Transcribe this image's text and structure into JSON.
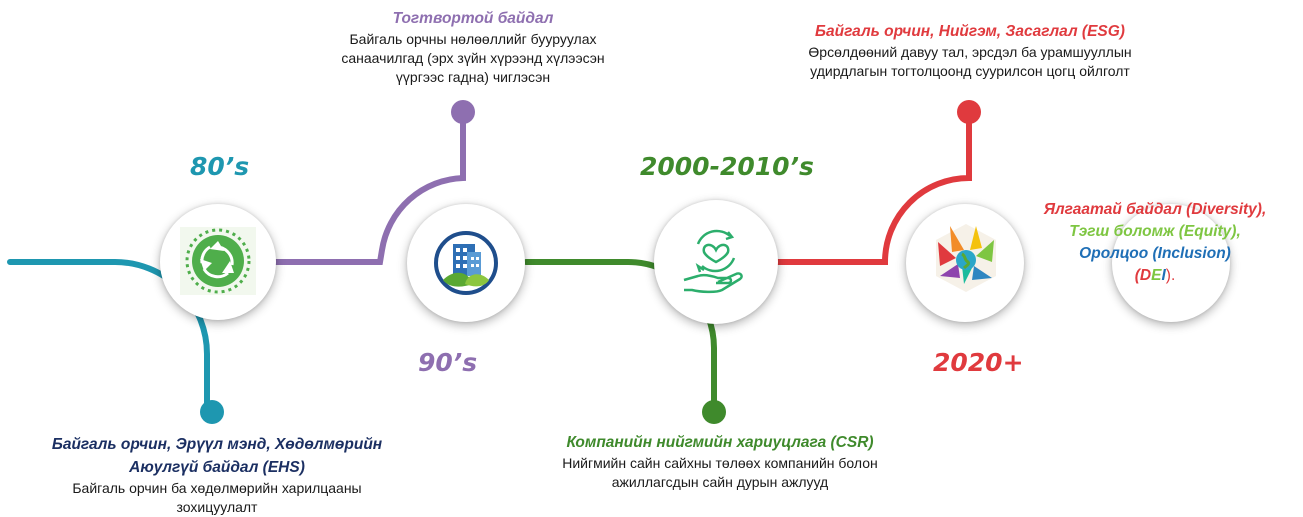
{
  "eras": {
    "e80": {
      "label": "80’s",
      "color": "#1e97b0"
    },
    "e90": {
      "label": "90’s",
      "color": "#8e6fb0"
    },
    "e2000": {
      "label": "2000-2010’s",
      "color": "#3f8a2c"
    },
    "e2020": {
      "label": "2020+",
      "color": "#e03a3e"
    }
  },
  "ehs": {
    "title": "Байгаль орчин, Эрүүл мэнд, Хөдөлмөрийн Аюулгүй байдал (EHS)",
    "desc": "Байгаль орчин ба хөдөлмөрийн харилцааны зохицуулалт"
  },
  "sust": {
    "title": "Тогтвортой байдал",
    "desc": "Байгаль орчны нөлөөллийг бууруулах санаачилгад (эрх зүйн хүрээнд хүлээсэн үүргээс гадна) чиглэсэн"
  },
  "csr": {
    "title": "Компанийн нийгмийн хариуцлага (CSR)",
    "desc": "Нийгмийн сайн сайхны төлөөх компанийн болон ажиллагсдын сайн дурын ажлууд"
  },
  "esg": {
    "title": "Байгаль орчин, Нийгэм, Засаглал (ESG)",
    "desc": "Өрсөлдөөний давуу тал, эрсдэл ба урамшууллын удирдлагын тогтолцоонд суурилсон цогц ойлголт"
  },
  "dei": {
    "diversity": "Ялгаатай байдал (Diversity),",
    "equity": "Тэгш боломж (Equity),",
    "inclusion": "Оролцоо (Inclusion)",
    "paren_open": "(",
    "d": "D",
    "e": "E",
    "i": "I",
    "paren_close": ").",
    "colors": {
      "diversity": "#e03a3e",
      "equity": "#7ec642",
      "inclusion": "#1f6fb6"
    }
  },
  "icons": [
    "recycle-globe-icon",
    "green-building-icon",
    "caring-hand-icon",
    "diversity-hands-icon"
  ]
}
